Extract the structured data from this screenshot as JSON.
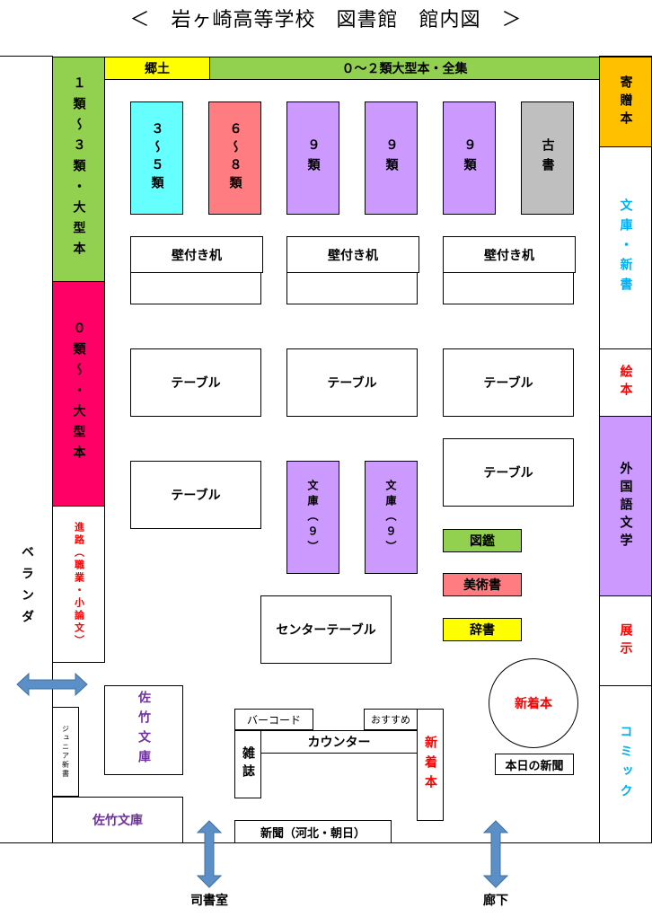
{
  "title": "＜　岩ヶ崎高等学校　図書館　館内図　＞",
  "labels": {
    "kyodo": "郷土",
    "class0_2": "０～２類大型本・全集",
    "class1_3": "１類～３類・大型本",
    "class0": "０類～・大型本",
    "shinro": "進路（職業・小論文）",
    "veranda": "ベランダ",
    "junior": "ジュニア新書",
    "sataketakeStack": "佐竹文庫",
    "sataketakeBottom": "佐竹文庫",
    "class3_5": "３～５類",
    "class6_8": "６～８類",
    "class9a": "９類",
    "class9b": "９類",
    "class9c": "９類",
    "koshoten": "古書",
    "desk1": "壁付き机",
    "desk2": "壁付き机",
    "desk3": "壁付き机",
    "table1": "テーブル",
    "table2": "テーブル",
    "table3": "テーブル",
    "table4": "テーブル",
    "table5": "テーブル",
    "bunko9a": "文庫（９）",
    "bunko9b": "文庫（９）",
    "zukan": "図鑑",
    "bijutsu": "美術書",
    "jisho": "辞書",
    "center": "センターテーブル",
    "barcode": "バーコード",
    "osusume": "おすすめ",
    "counter": "カウンター",
    "zasshi": "雑誌",
    "shinchakuCounter": "新着本",
    "shinchakuRound": "新着本",
    "todayNews": "本日の新聞",
    "newspaper": "新聞（河北・朝日）",
    "kizo": "寄贈本",
    "bunkoShinsho": "文庫・新書",
    "ehon": "絵本",
    "gaikoku": "外国語文学",
    "tenji": "展示",
    "comic": "コミック",
    "shishoshitsu": "司書室",
    "roka": "廊下"
  },
  "colors": {
    "green": "#92d050",
    "yellow": "#ffff00",
    "magenta": "#ff0066",
    "cyan": "#66ffff",
    "salmon": "#ff7c80",
    "purple": "#cc99ff",
    "gray": "#bfbfbf",
    "orange": "#ffc000",
    "cyanText": "#00b0f0",
    "redText": "#ff0000",
    "purpleText": "#7030a0",
    "arrow": "#5b8fc7"
  }
}
